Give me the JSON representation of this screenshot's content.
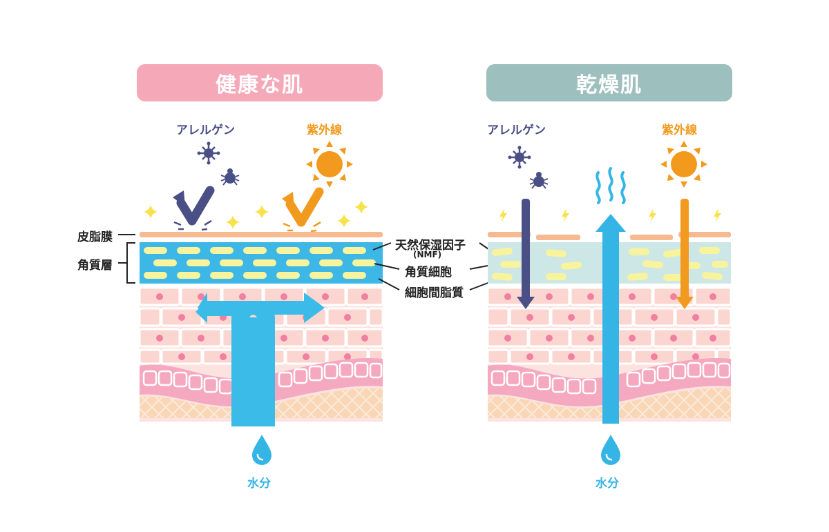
{
  "panels": {
    "healthy": {
      "title": "健康な肌",
      "allergen_label": "アレルゲン",
      "uv_label": "紫外線",
      "water_label": "水分"
    },
    "dry": {
      "title": "乾燥肌",
      "allergen_label": "アレルゲン",
      "uv_label": "紫外線",
      "water_label": "水分"
    }
  },
  "layer_labels": {
    "sebum": "皮脂膜",
    "stratum_corneum": "角質層"
  },
  "callouts": {
    "nmf": "天然保湿因子",
    "nmf_abbr": "(NMF)",
    "corneocyte": "角質細胞",
    "intercellular_lipid": "細胞間脂質"
  },
  "colors": {
    "healthy_title": "#f5a9b8",
    "dry_title": "#9dbfbd",
    "allergen": "#4a4f86",
    "uv": "#f29a1d",
    "water": "#35b5e6",
    "sebum": "#f7b98f",
    "corneum_healthy": "#3db7e6",
    "corneum_dry": "#cde7e6",
    "cell": "#f8f39d"
  }
}
